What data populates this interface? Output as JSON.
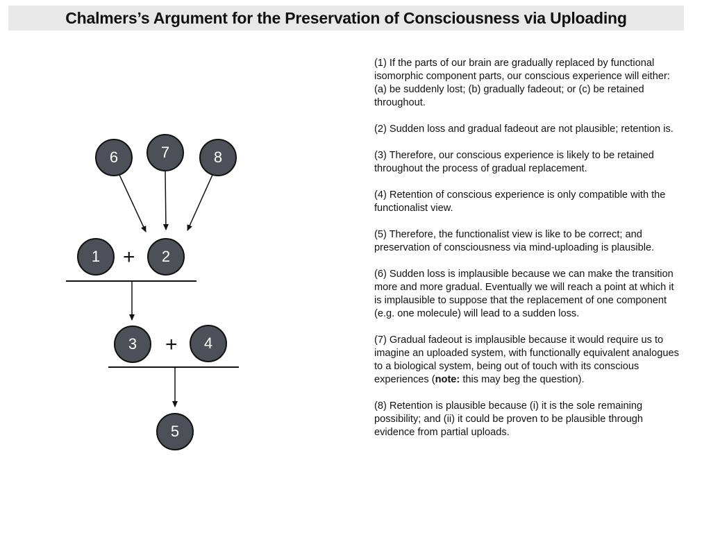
{
  "title": "Chalmers’s Argument for the Preservation of Consciousness via Uploading",
  "diagram": {
    "nodes": {
      "n1": "1",
      "n2": "2",
      "n3": "3",
      "n4": "4",
      "n5": "5",
      "n6": "6",
      "n7": "7",
      "n8": "8"
    },
    "plus": "+"
  },
  "premises": [
    {
      "label": "(1)",
      "text": "If the parts of our brain are gradually replaced by functional isomorphic component parts, our conscious experience will either: (a) be suddenly lost; (b) gradually fadeout; or (c) be retained throughout."
    },
    {
      "label": "(2)",
      "text": "Sudden loss and gradual fadeout are not plausible; retention is."
    },
    {
      "label": "(3)",
      "text": "Therefore, our conscious experience is likely to be retained throughout the process of gradual replacement."
    },
    {
      "label": "(4)",
      "text": "Retention of conscious experience is only compatible with the functionalist view."
    },
    {
      "label": "(5)",
      "text": "Therefore, the functionalist view is like to be correct; and preservation of consciousness via mind-uploading is plausible."
    },
    {
      "label": "(6)",
      "text": "Sudden loss is implausible because we can make the transition more and more gradual. Eventually we will reach a point at which it is implausible to suppose that the replacement of one component (e.g. one molecule) will lead to a sudden loss."
    },
    {
      "label": "(7)",
      "text_before": "Gradual fadeout is implausible because it would require us to imagine an uploaded system, with functionally equivalent analogues to a biological system, being out of touch with its conscious experiences (",
      "note_label": "note:",
      "text_after": " this may beg the question)."
    },
    {
      "label": "(8)",
      "text": "Retention is plausible because (i) it is the sole remaining possibility; and (ii) it could be proven to be plausible through evidence from partial uploads."
    }
  ],
  "colors": {
    "node_fill": "#4d5157",
    "title_bg": "#e8e8e8",
    "text": "#111111"
  }
}
